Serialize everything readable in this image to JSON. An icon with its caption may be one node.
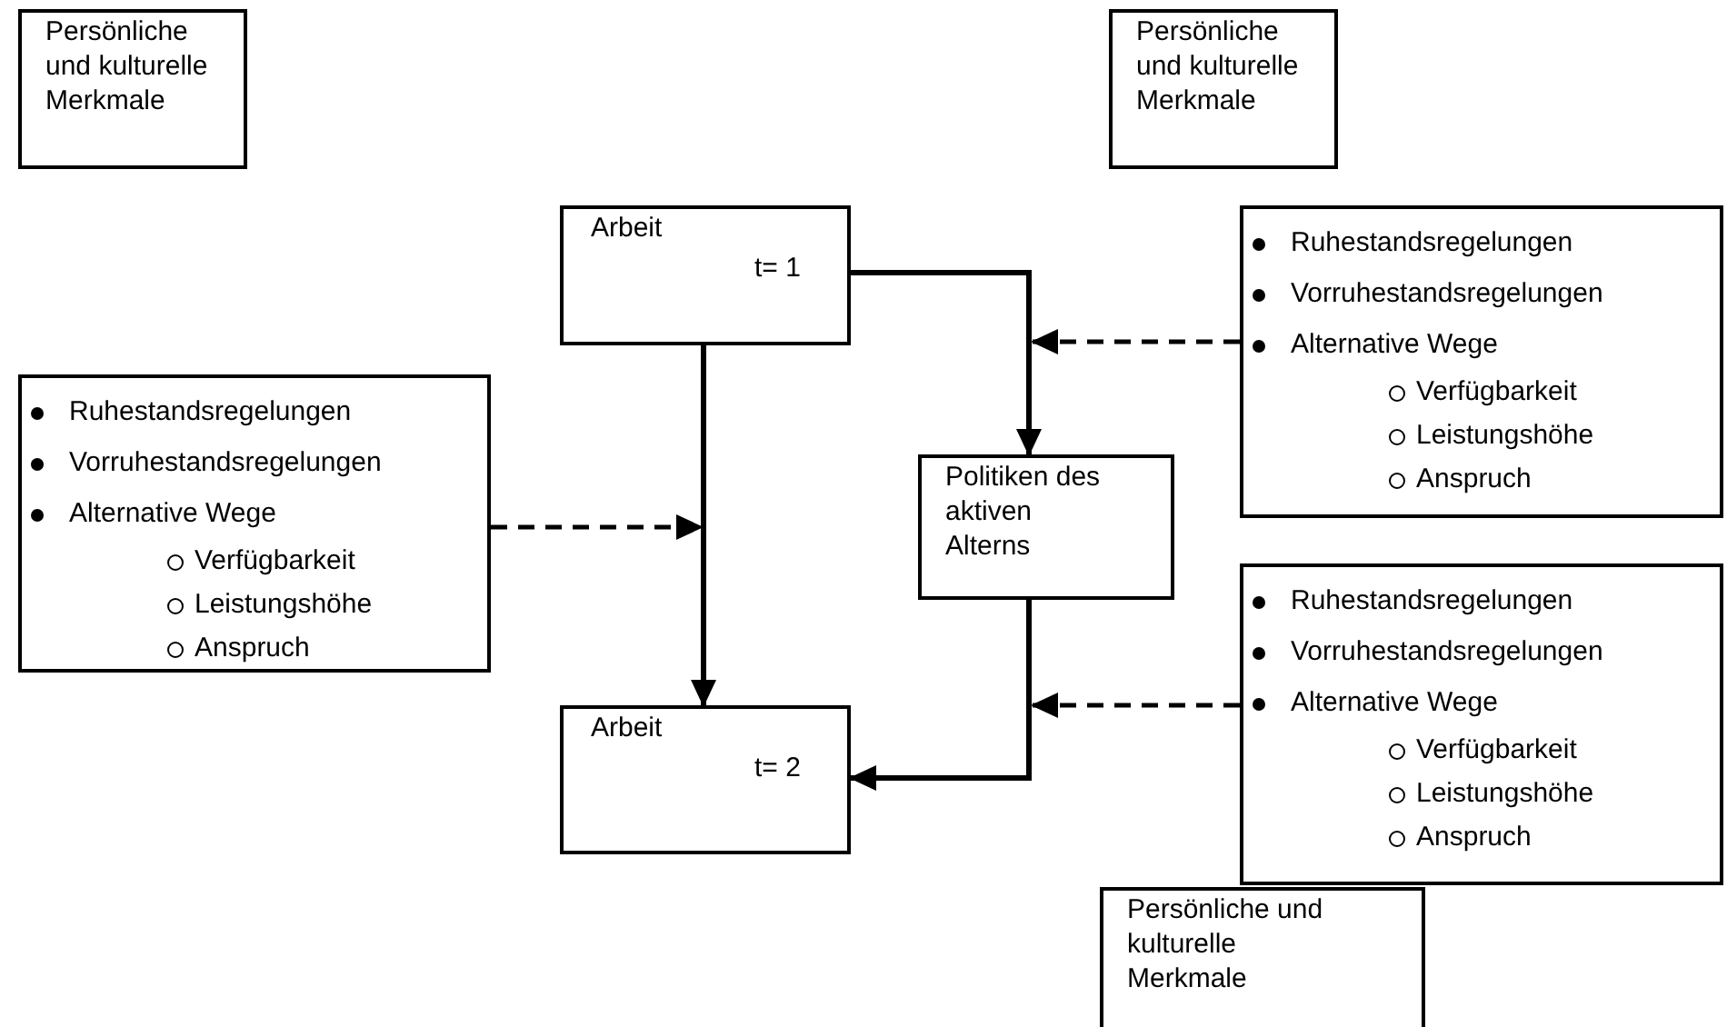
{
  "diagram": {
    "nodes": [
      {
        "text": [
          "Persönliche und kulturelle Merkmale"
        ]
      },
      {
        "text": [
          "Persönliche und kulturelle Merkmale"
        ]
      },
      {
        "text": [
          "Arbeit",
          "t= 1"
        ]
      },
      {
        "text": [
          "Ruhestandsregelungen",
          "Vorruhestandsregelungen",
          "Alternative Wege",
          "Verfügbarkeit",
          "Leistungshöhe",
          "Anspruch"
        ]
      },
      {
        "text": [
          "Ruhestandsregelungen",
          "Vorruhestandsregelungen",
          "Alternative Wege",
          "Verfügbarkeit",
          "Leistungshöhe",
          "Anspruch"
        ]
      },
      {
        "text": [
          "Politiken des aktiven Alterns"
        ]
      },
      {
        "text": [
          "Ruhestandsregelungen",
          "Vorruhestandsregelungen",
          "Alternative Wege",
          "Verfügbarkeit",
          "Leistungshöhe",
          "Anspruch"
        ]
      },
      {
        "text": [
          "Arbeit",
          "t= 2"
        ]
      },
      {
        "text": [
          "Persönliche und kulturelle Merkmale"
        ]
      }
    ],
    "edges": [
      {
        "from": 2,
        "to": 5,
        "arrow": "to"
      },
      {
        "from": 2,
        "to": 7,
        "arrow": "to"
      },
      {
        "from": 5,
        "to": 7,
        "arrow": "to"
      },
      {
        "from": 4,
        "to": null,
        "arrow": "to",
        "style": "dashed"
      },
      {
        "from": 3,
        "to": null,
        "arrow": "to",
        "style": "dashed"
      },
      {
        "from": 6,
        "to": null,
        "arrow": "to",
        "style": "dashed"
      }
    ]
  }
}
